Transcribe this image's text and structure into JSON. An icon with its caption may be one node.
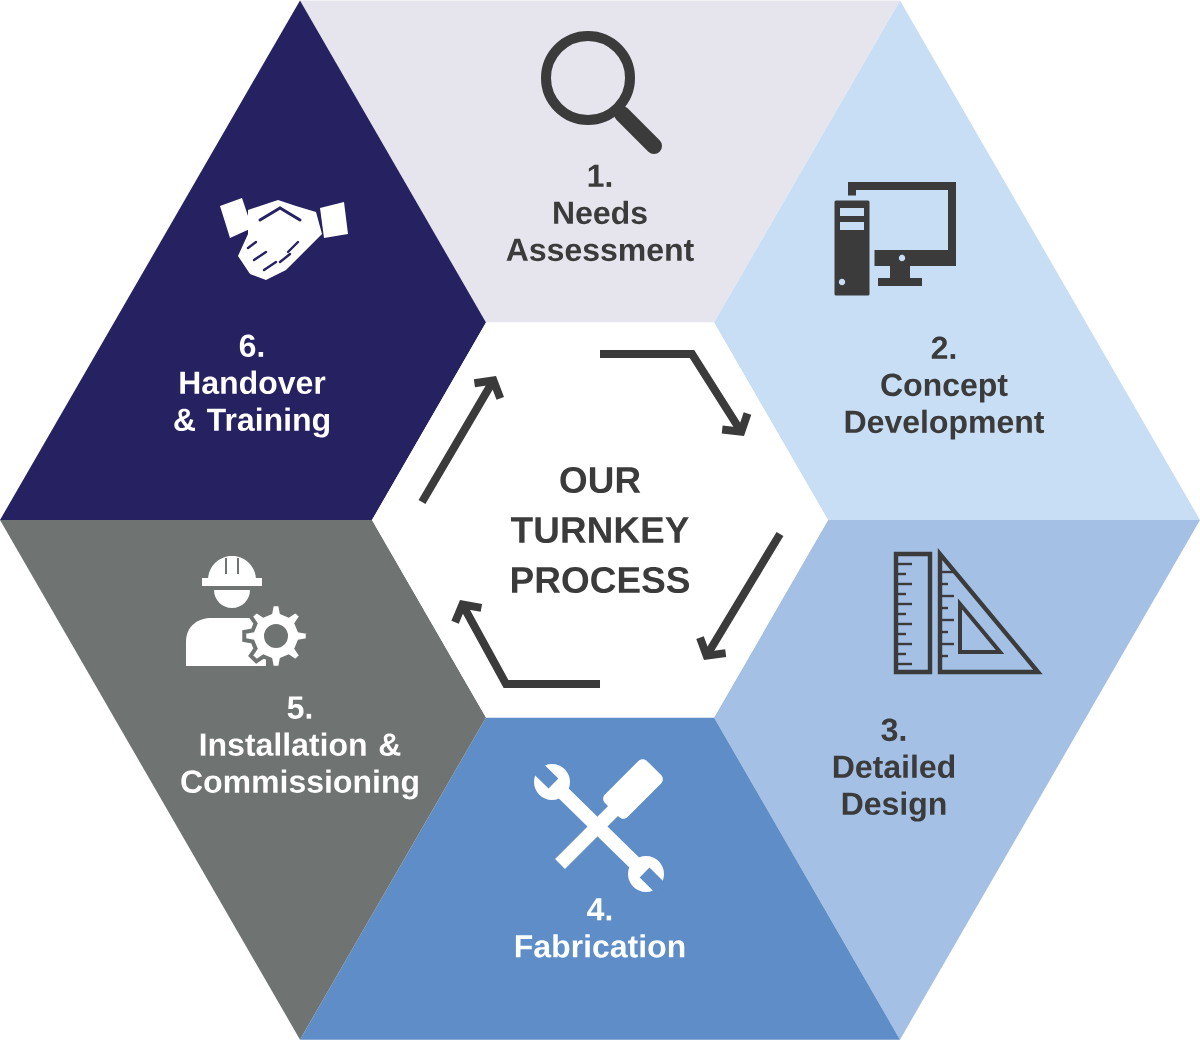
{
  "diagram": {
    "nodes": [
      {
        "text": [
          "1.",
          "Needs Assessment"
        ]
      },
      {
        "text": [
          "2.",
          "Concept Development"
        ]
      },
      {
        "text": [
          "3.",
          "Detailed Design"
        ]
      },
      {
        "text": [
          "4.",
          "Fabrication"
        ]
      },
      {
        "text": [
          "5.",
          "Installation & Commissioning"
        ]
      },
      {
        "text": [
          "6.",
          "Handover & Training"
        ]
      },
      {
        "text": [
          "OUR TURNKEY PROCESS"
        ]
      }
    ]
  }
}
